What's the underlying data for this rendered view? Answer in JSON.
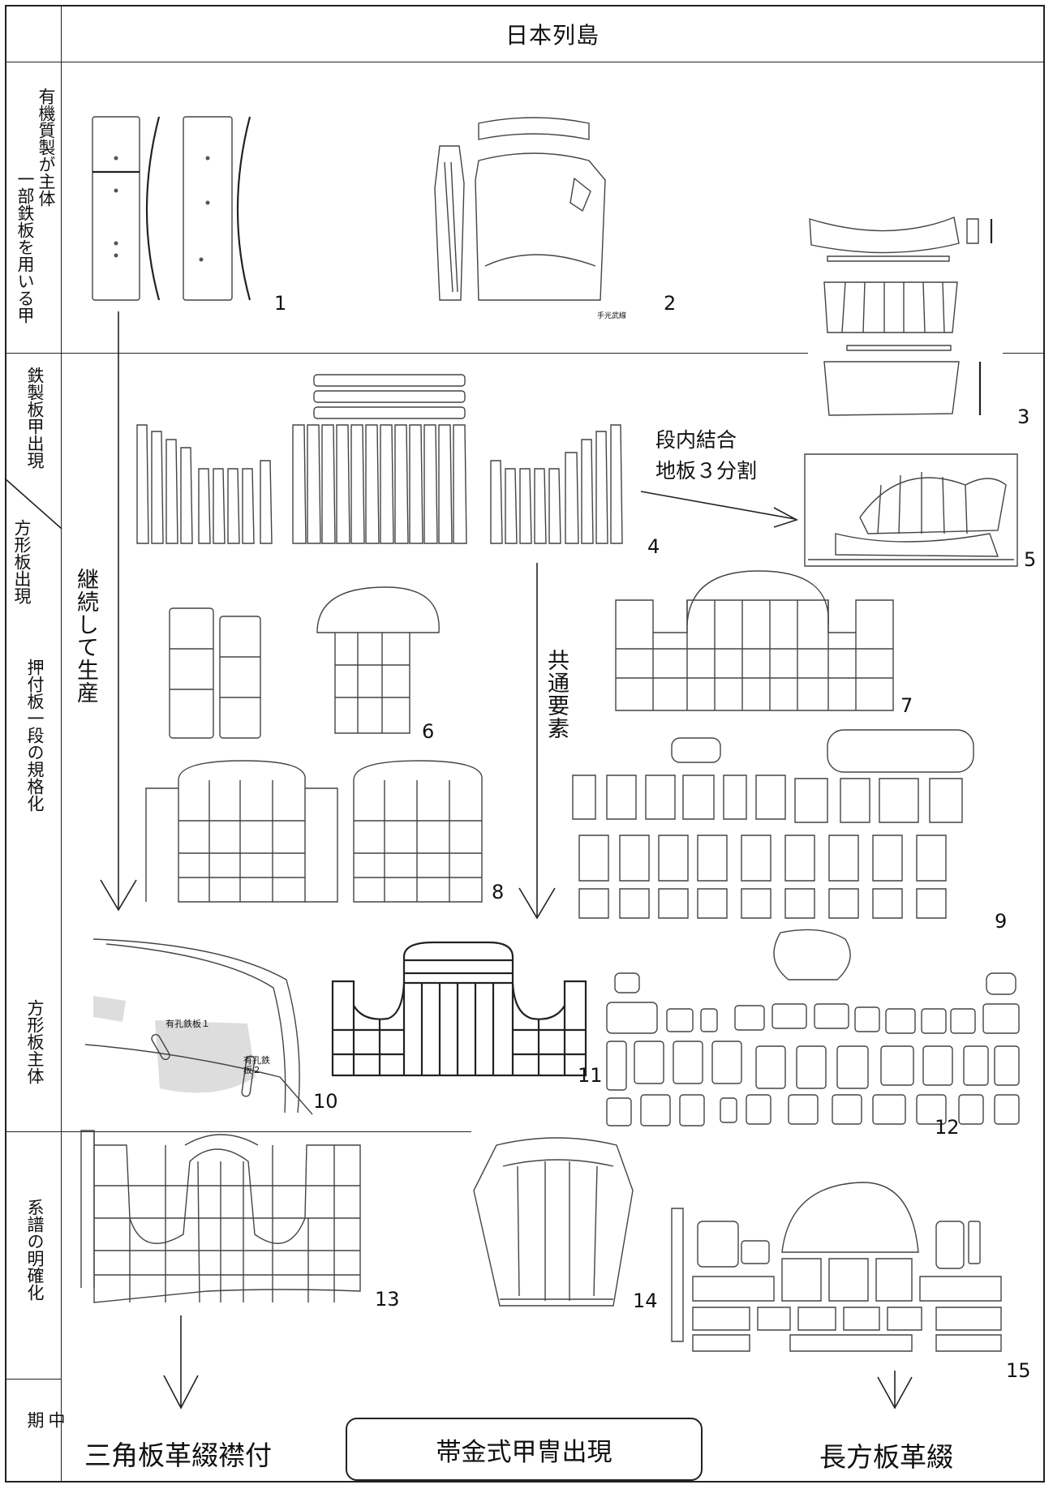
{
  "header": {
    "title": "日本列島"
  },
  "periods": [
    {
      "label": "有機質製が主体"
    },
    {
      "label": "一部鉄板を用いる甲"
    },
    {
      "label": "鉄製板甲出現"
    },
    {
      "label": "方形板出現"
    },
    {
      "label": "押付板一段の規格化"
    },
    {
      "label": "方形板主体"
    },
    {
      "label": "系譜の明確化"
    },
    {
      "label": "中期"
    }
  ],
  "annotations": {
    "continued": "継続して生産",
    "common": "共通要素",
    "joint_line1": "段内結合",
    "joint_line2": "地板３分割"
  },
  "figure_numbers": [
    "1",
    "2",
    "3",
    "4",
    "5",
    "6",
    "7",
    "8",
    "9",
    "10",
    "11",
    "12",
    "13",
    "14",
    "15"
  ],
  "outcomes": {
    "left": "三角板革綴襟付",
    "center": "帯金式甲冑出現",
    "right": "長方板革綴"
  },
  "inline_labels": {
    "fig2_caption": "手光武線",
    "fig10_plate1": "有孔鉄板１",
    "fig10_plate2": "有孔鉄板２"
  }
}
